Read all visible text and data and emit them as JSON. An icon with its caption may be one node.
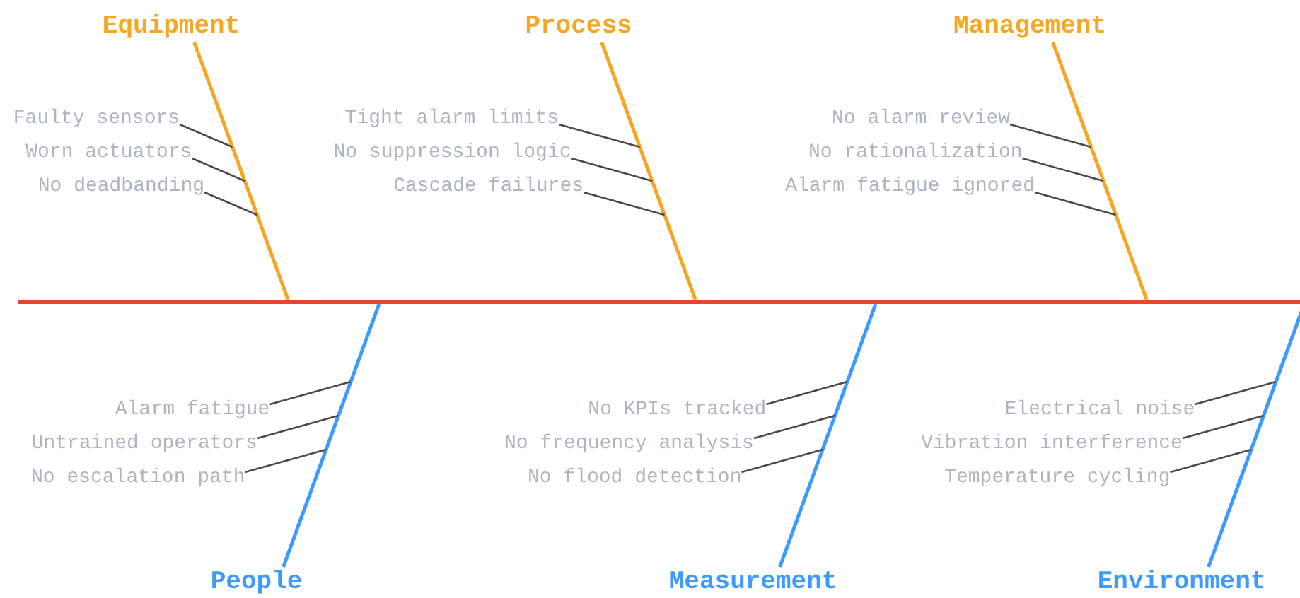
{
  "diagram": {
    "nodes": [
      {
        "text": [
          "Equipment"
        ]
      },
      {
        "text": [
          "Process"
        ]
      },
      {
        "text": [
          "Management"
        ]
      },
      {
        "text": [
          "Faulty sensors"
        ]
      },
      {
        "text": [
          "Worn actuators"
        ]
      },
      {
        "text": [
          "No deadbanding"
        ]
      },
      {
        "text": [
          "Tight alarm limits"
        ]
      },
      {
        "text": [
          "No suppression logic"
        ]
      },
      {
        "text": [
          "Cascade failures"
        ]
      },
      {
        "text": [
          "No alarm review"
        ]
      },
      {
        "text": [
          "No rationalization"
        ]
      },
      {
        "text": [
          "Alarm fatigue ignored"
        ]
      },
      {
        "text": [],
        "shape": "bar"
      },
      {
        "text": [
          "Alarm fatigue"
        ]
      },
      {
        "text": [
          "Untrained operators"
        ]
      },
      {
        "text": [
          "No escalation path"
        ]
      },
      {
        "text": [
          "No KPIs tracked"
        ]
      },
      {
        "text": [
          "No frequency analysis"
        ]
      },
      {
        "text": [
          "No flood detection"
        ]
      },
      {
        "text": [
          "Electrical noise"
        ]
      },
      {
        "text": [
          "Vibration interference"
        ]
      },
      {
        "text": [
          "Temperature cycling"
        ]
      },
      {
        "text": [
          "People"
        ]
      },
      {
        "text": [
          "Measurement"
        ]
      },
      {
        "text": [
          "Environment"
        ]
      }
    ],
    "edges": [
      {
        "from": 0,
        "to": 12,
        "arrow": "none",
        "color": "#f5a623"
      },
      {
        "from": 1,
        "to": 12,
        "arrow": "none",
        "color": "#f5a623"
      },
      {
        "from": 2,
        "to": 12,
        "arrow": "none",
        "color": "#f5a623"
      },
      {
        "from": 22,
        "to": 12,
        "arrow": "none",
        "color": "#3d9bff"
      },
      {
        "from": 23,
        "to": 12,
        "arrow": "none",
        "color": "#3d9bff"
      },
      {
        "from": 24,
        "to": 12,
        "arrow": "none",
        "color": "#3d9bff"
      },
      {
        "from": 3,
        "to": null,
        "arrow": "none"
      },
      {
        "from": 4,
        "to": null,
        "arrow": "none"
      },
      {
        "from": 5,
        "to": null,
        "arrow": "none"
      },
      {
        "from": 6,
        "to": null,
        "arrow": "none"
      },
      {
        "from": 7,
        "to": null,
        "arrow": "none"
      },
      {
        "from": 8,
        "to": null,
        "arrow": "none"
      },
      {
        "from": 9,
        "to": null,
        "arrow": "none"
      },
      {
        "from": 10,
        "to": null,
        "arrow": "none"
      },
      {
        "from": 11,
        "to": null,
        "arrow": "none"
      },
      {
        "from": 13,
        "to": null,
        "arrow": "none"
      },
      {
        "from": 14,
        "to": null,
        "arrow": "none"
      },
      {
        "from": 15,
        "to": null,
        "arrow": "none"
      },
      {
        "from": 16,
        "to": null,
        "arrow": "none"
      },
      {
        "from": 17,
        "to": null,
        "arrow": "none"
      },
      {
        "from": 18,
        "to": null,
        "arrow": "none"
      },
      {
        "from": 19,
        "to": null,
        "arrow": "none"
      },
      {
        "from": 20,
        "to": null,
        "arrow": "none"
      },
      {
        "from": 21,
        "to": null,
        "arrow": "none"
      }
    ]
  }
}
